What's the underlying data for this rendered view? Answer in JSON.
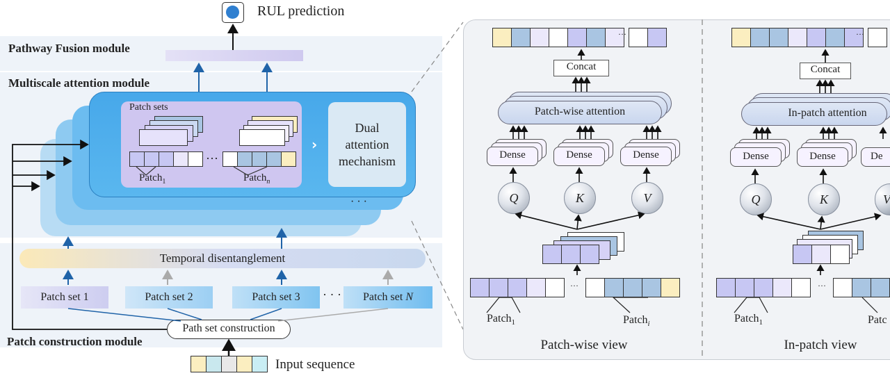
{
  "output": {
    "label": "RUL prediction"
  },
  "modules": {
    "fusion": "Pathway Fusion module",
    "multiscale": "Multiscale attention module",
    "patch_construction": "Patch construction module"
  },
  "attention_card": {
    "patch_sets_label": "Patch sets",
    "patch_first": "Patch",
    "patch_first_sub": "1",
    "patch_last": "Patch",
    "patch_last_sub": "n",
    "dual_line1": "Dual",
    "dual_line2": "attention",
    "dual_line3": "mechanism",
    "ellipsis": "···",
    "stack_ellipsis": "· · ·"
  },
  "temporal": "Temporal disentanglement",
  "patch_sets": [
    {
      "label": "Patch set 1",
      "color": "#d8d8f2"
    },
    {
      "label": "Patch set 2",
      "color": "#b3d9f4"
    },
    {
      "label": "Patch set 3",
      "color": "#a8d6f4"
    },
    {
      "label": "Patch set",
      "suffix": "N",
      "color": "#a4d4f4"
    }
  ],
  "patch_sets_ellipsis": "· · ·",
  "path_set_construction": "Path set construction",
  "input": {
    "label": "Input sequence",
    "colors": [
      "#fbeec0",
      "#c9e8ee",
      "#e8e8e8",
      "#fbeec0",
      "#c9eef4"
    ]
  },
  "views": {
    "left": {
      "concat": "Concat",
      "attention": "Patch-wise attention",
      "dense": [
        "Dense",
        "Dense",
        "Dense"
      ],
      "qkv": [
        "Q",
        "K",
        "V"
      ],
      "patch_first": "Patch",
      "patch_first_sub": "1",
      "patch_last": "Patch",
      "patch_last_sub": "i",
      "dots": "···",
      "title": "Patch-wise view"
    },
    "right": {
      "concat": "Concat",
      "attention": "In-patch attention",
      "dense": [
        "Dense",
        "Dense",
        "De"
      ],
      "qkv": [
        "Q",
        "K",
        "V"
      ],
      "patch_first": "Patch",
      "patch_first_sub": "1",
      "patch_last": "Patc",
      "dots": "···",
      "title": "In-patch view"
    }
  },
  "colors": {
    "accent": "#1f63a8",
    "purple_cell": "#c7c7f3",
    "blue_cell": "#a9c5e2",
    "yellow_cell": "#fbeec0",
    "card_blue": "#4fb0ec"
  }
}
